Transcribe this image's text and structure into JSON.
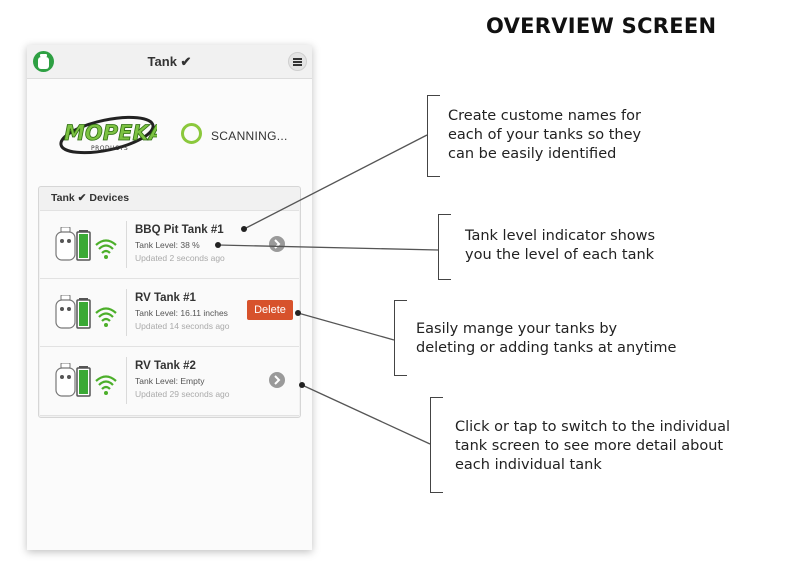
{
  "page_title": "OVERVIEW SCREEN",
  "app": {
    "title": "Tank ✔",
    "app_icon": "tank-icon",
    "menu_icon": "hamburger-menu-icon",
    "logo_text": "MOPEKA",
    "logo_subtext": "PRODUCTS",
    "scanning_text": "SCANNING..."
  },
  "devices": {
    "header": "Tank ✔ Devices",
    "items": [
      {
        "name": "BBQ Pit Tank #1",
        "level": "Tank Level: 38 %",
        "updated": "Updated 2 seconds ago",
        "action": "chevron"
      },
      {
        "name": "RV Tank #1",
        "level": "Tank Level: 16.11 inches",
        "updated": "Updated 14 seconds ago",
        "action": "delete",
        "action_label": "Delete"
      },
      {
        "name": "RV Tank #2",
        "level": "Tank Level: Empty",
        "updated": "Updated 29 seconds ago",
        "action": "chevron"
      }
    ]
  },
  "callouts": [
    {
      "lines": [
        "Create custome names for",
        "each of your tanks so they",
        "can be easily identified"
      ]
    },
    {
      "lines": [
        "Tank level indicator shows",
        "you the level of each tank"
      ]
    },
    {
      "lines": [
        "Easily mange your tanks by",
        "deleting or adding tanks at anytime"
      ]
    },
    {
      "lines": [
        "Click or tap to switch to the individual",
        "tank screen to see more detail about",
        "each individual tank"
      ]
    }
  ],
  "colors": {
    "brand_green": "#2ea043",
    "battery_green": "#3aa935",
    "wifi_green": "#4caf2a",
    "delete_red": "#d7522c",
    "scan_ring": "#8bc83c"
  }
}
